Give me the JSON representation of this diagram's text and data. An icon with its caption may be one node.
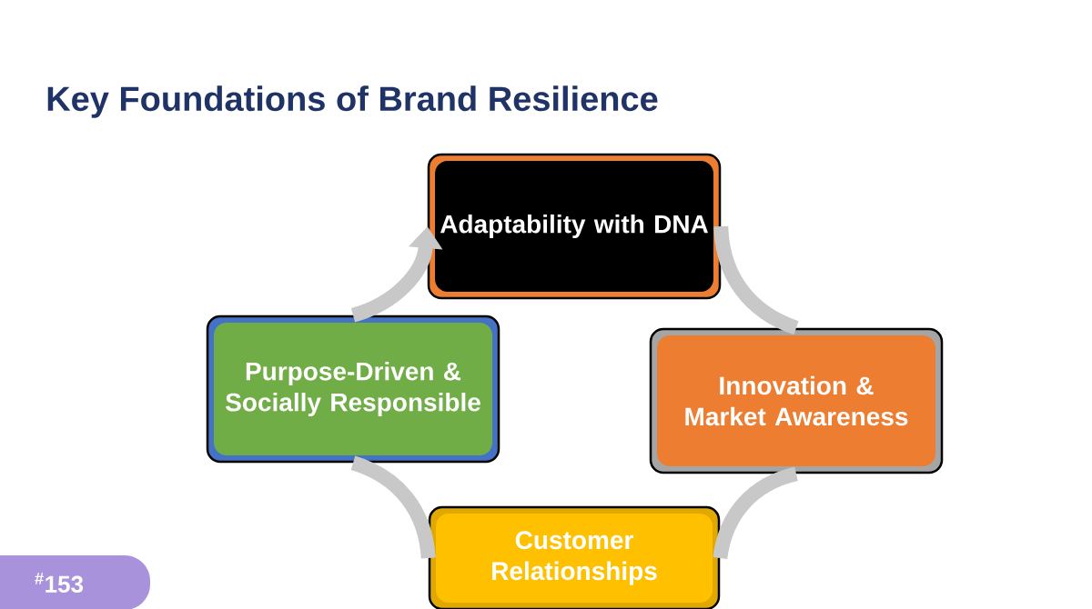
{
  "diagram": {
    "title": "Key Foundations of Brand Resilience",
    "nodes": [
      {
        "text": [
          "Adaptability with DNA"
        ]
      },
      {
        "text": [
          "Innovation & Market Awareness"
        ]
      },
      {
        "text": [
          "Customer Relationships"
        ]
      },
      {
        "text": [
          "Purpose-Driven & Socially Responsible"
        ]
      }
    ],
    "edges": [
      {
        "from": 0,
        "to": 1,
        "arrow": "none"
      },
      {
        "from": 1,
        "to": 2,
        "arrow": "none"
      },
      {
        "from": 2,
        "to": 3,
        "arrow": "none"
      },
      {
        "from": 3,
        "to": 0,
        "arrow": "to"
      }
    ],
    "labels": [
      "$^{#}$153"
    ]
  }
}
